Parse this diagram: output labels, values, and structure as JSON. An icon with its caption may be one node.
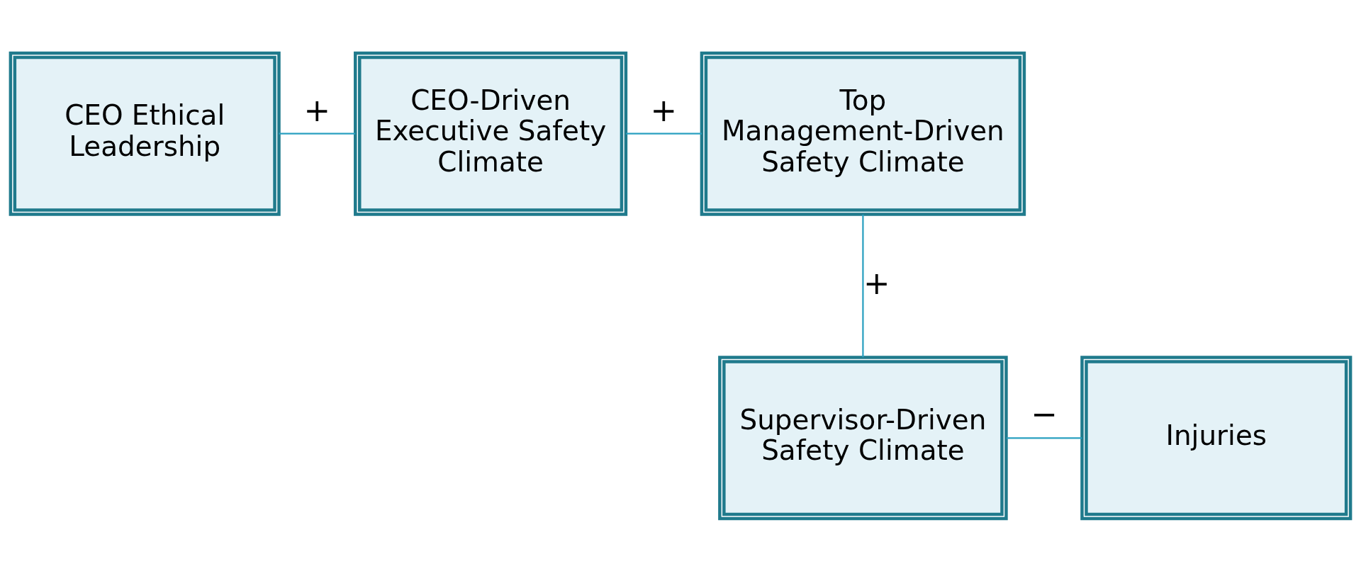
{
  "diagram": {
    "nodes": [
      {
        "text": [
          "CEO Ethical Leadership"
        ]
      },
      {
        "text": [
          "CEO-Driven Executive Safety Climate"
        ]
      },
      {
        "text": [
          "Top Management-Driven Safety Climate"
        ]
      },
      {
        "text": [
          "Supervisor-Driven Safety Climate"
        ]
      },
      {
        "text": [
          "Injuries"
        ]
      }
    ],
    "edges": [
      {
        "from": 0,
        "to": 1,
        "arrow": "none",
        "label": "+"
      },
      {
        "from": 1,
        "to": 2,
        "arrow": "none",
        "label": "+"
      },
      {
        "from": 2,
        "to": 3,
        "arrow": "none",
        "label": "+"
      },
      {
        "from": 3,
        "to": 4,
        "arrow": "none",
        "label": "−"
      }
    ]
  }
}
